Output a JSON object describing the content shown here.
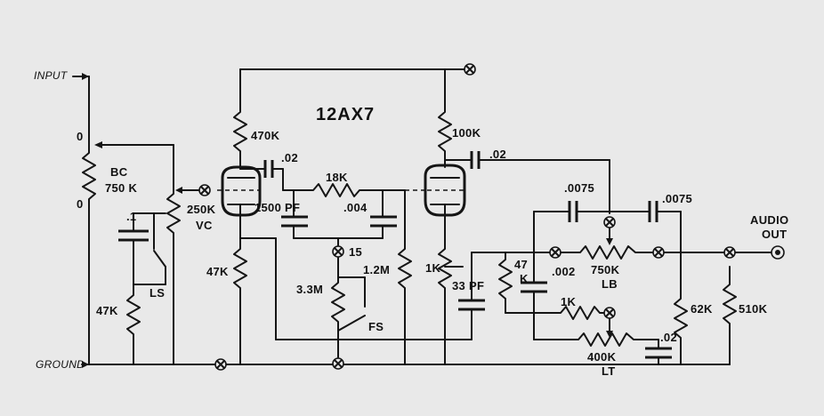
{
  "labels": {
    "input": "INPUT",
    "ground": "GROUND",
    "tube": "12AX7",
    "audio_out_1": "AUDIO",
    "audio_out_2": "OUT",
    "bc_pot": "BC",
    "bc_value": "750 K",
    "bc_top": "0",
    "bc_bottom": "0",
    "vc_value": "250K",
    "vc": "VC",
    "cap_1": ".1",
    "r_47k_left": "47K",
    "ls": "LS",
    "r_470k": "470K",
    "cap_02_a": ".02",
    "r_18k": "18K",
    "cap_1500": "1500 PF",
    "cap_004": ".004",
    "node_15": "15",
    "r_3_3m": "3.3M",
    "r_1_2m": "1.2M",
    "fs": "FS",
    "r_47k_cathode": "47K",
    "r_100k": "100K",
    "cap_02_b": ".02",
    "r_1k_cathode": "1K",
    "cap_33pf": "33 PF",
    "r_47k_mid_1": "47",
    "r_47k_mid_2": "K",
    "cap_002": ".002",
    "cap_0075_a": ".0075",
    "cap_0075_b": ".0075",
    "r_750k": "750K",
    "lb": "LB",
    "r_1k_tone": "1K",
    "r_400k": "400K",
    "lt": "LT",
    "cap_02_c": ".02",
    "r_62k": "62K",
    "r_510k": "510K"
  },
  "colors": {
    "ink": "#151515",
    "paper": "#e9e9e9"
  }
}
